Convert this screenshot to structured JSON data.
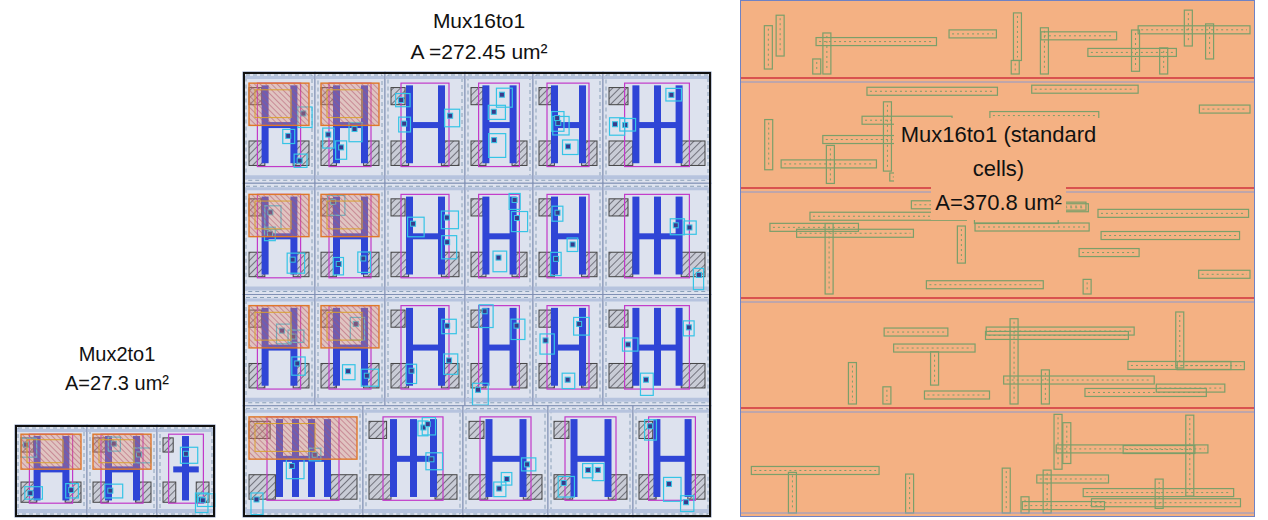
{
  "diagram": {
    "nodes": [
      {
        "text": [
          "Mux2to1",
          "A=27.3 um²"
        ]
      },
      {
        "text": [
          "Mux16to1",
          "A =272.45 um²"
        ]
      },
      {
        "text": [
          "Mux16to1 (standard cells)",
          "A=370.8 um²"
        ]
      }
    ]
  }
}
